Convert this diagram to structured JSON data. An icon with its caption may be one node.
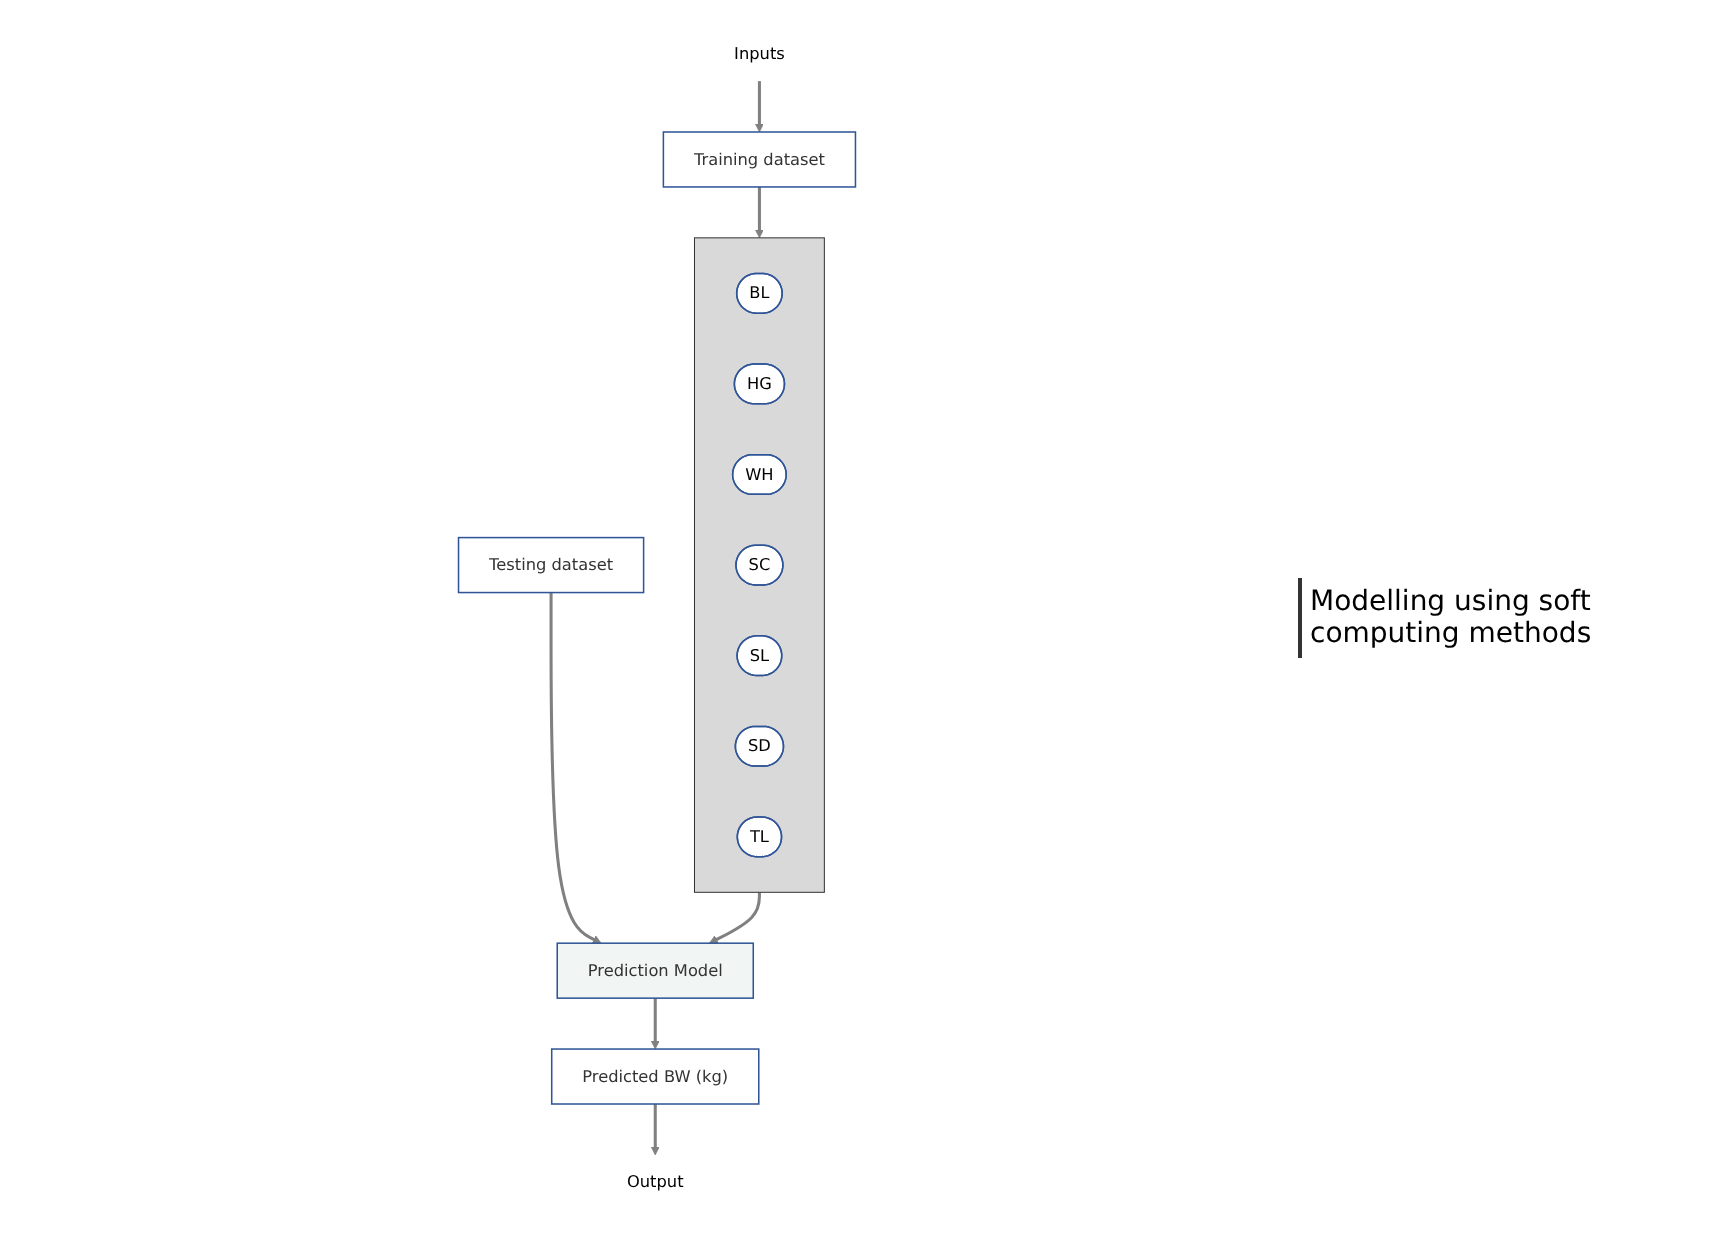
{
  "diagram": {
    "nodes": [
      {
        "text": [
          "Inputs"
        ]
      },
      {
        "text": [
          "Training dataset"
        ]
      },
      {
        "text": [],
        "shape": "trapezoid"
      },
      {
        "text": [
          "BL"
        ],
        "in": 2
      },
      {
        "text": [
          "HG"
        ],
        "in": 2
      },
      {
        "text": [
          "WH"
        ],
        "in": 2
      },
      {
        "text": [
          "SC"
        ],
        "in": 2
      },
      {
        "text": [
          "SL"
        ],
        "in": 2
      },
      {
        "text": [
          "SD"
        ],
        "in": 2
      },
      {
        "text": [
          "TL"
        ],
        "in": 2
      },
      {
        "text": [
          "Prediction Model"
        ]
      },
      {
        "text": [
          "Testing dataset"
        ]
      },
      {
        "text": [
          "Predicted BW (kg)"
        ]
      },
      {
        "text": [
          "Output"
        ]
      }
    ],
    "edges": [
      {
        "from": 0,
        "to": 1,
        "arrow": "to"
      },
      {
        "from": 1,
        "to": 2,
        "arrow": "to"
      },
      {
        "from": 2,
        "to": 10,
        "arrow": "to"
      },
      {
        "from": 11,
        "to": 10,
        "arrow": "to"
      },
      {
        "from": 10,
        "to": 12,
        "arrow": "to"
      },
      {
        "from": 12,
        "to": 13,
        "arrow": "to"
      }
    ],
    "labels": [
      "Modelling using soft computing methods"
    ]
  }
}
